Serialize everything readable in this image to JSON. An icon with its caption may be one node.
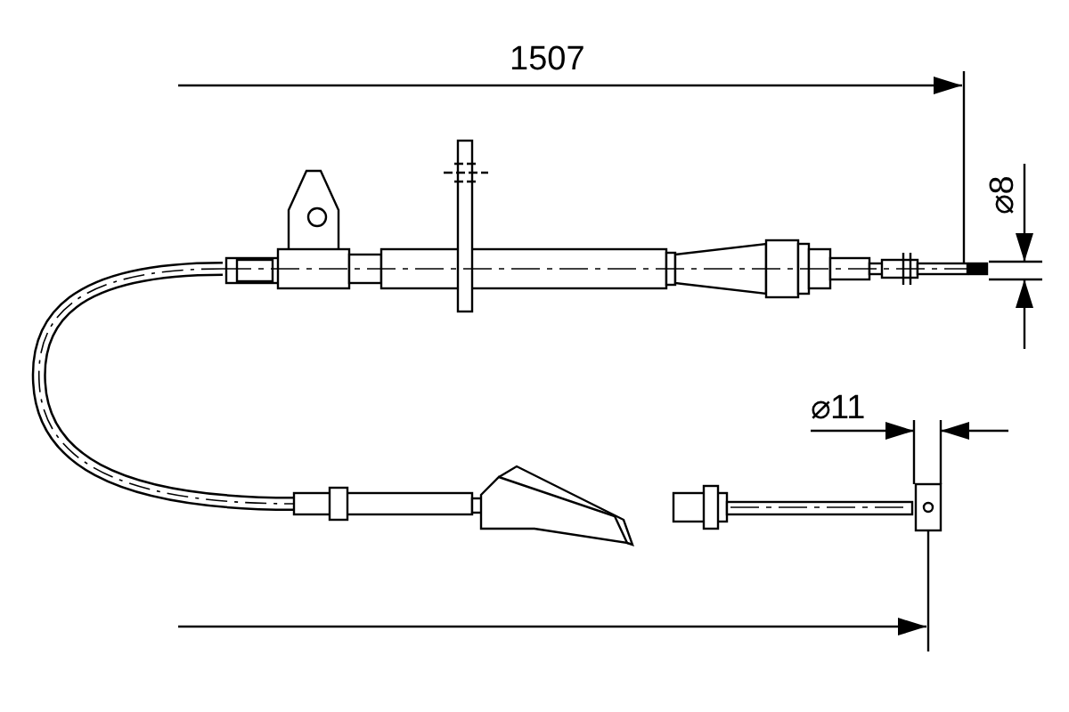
{
  "diagram": {
    "labels": [
      "1507",
      "⌀8",
      "⌀11"
    ]
  }
}
